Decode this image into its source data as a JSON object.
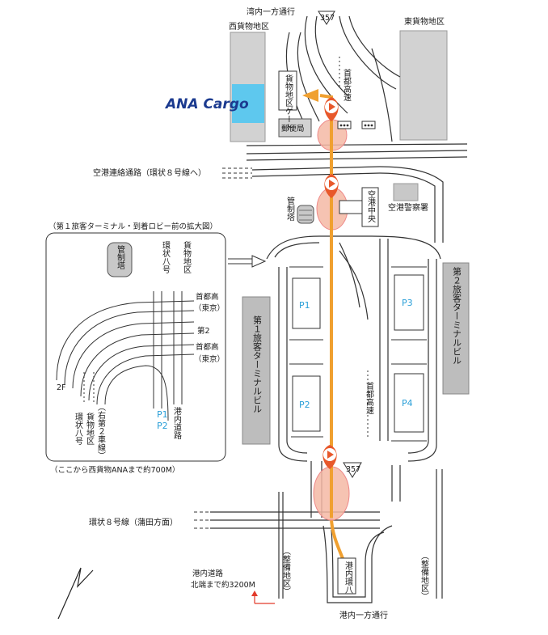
{
  "labels": {
    "wannai_oneway_top": "湾内一方通行",
    "west_cargo": "西貨物地区",
    "east_cargo": "東貨物地区",
    "cargo_gate": "貨物地区ゲート",
    "shuto_top": "首都高速",
    "post_office": "郵便局",
    "airport_link": "空港連絡通路（環状８号線へ）",
    "kanseito": "管制塔",
    "airport_center": "空港中央",
    "airport_police": "空港警察署",
    "inset_caption": "（第１旅客ターミナル・到着ロビー前の拡大図）",
    "inset_kanseito": "管制塔",
    "inset_kanjo": "環状八号",
    "inset_cargo": "貨物地区",
    "inset_shuto1": "首都高",
    "inset_tokyo1": "（東京）",
    "inset_dai2": "第2",
    "inset_shuto2": "首都高",
    "inset_tokyo2": "（東京）",
    "inset_2f": "2F",
    "inset_right2": "（右第２車線）",
    "inset_cargo2": "貨物地区",
    "inset_kanjo2": "環状八号",
    "inset_p1": "P1",
    "inset_p2": "P2",
    "inset_konai": "港内道路",
    "inset_note": "（ここから西貨物ANAまで約700M）",
    "t1": "第１旅客ターミナルビル",
    "t2": "第２旅客ターミナルビル",
    "p1": "P1",
    "p2": "P2",
    "p3": "P3",
    "p4": "P4",
    "shuto_mid": "首都高速",
    "route357_top": "357",
    "route357_mid": "357",
    "kanjo8": "環状８号線（蒲田方面）",
    "seibi_left": "（整備地区）",
    "seibi_right": "（整備地区）",
    "konai_road": "港内道路",
    "konai_distance": "北端まで約3200M",
    "konai_box": "港内環八",
    "wannai_oneway_bottom": "港内一方通行",
    "ana_cargo": "ANA Cargo"
  },
  "colors": {
    "route": "#f0a030",
    "marker": "#e8582b",
    "marker_halo": "#f5b8a5",
    "ana_blue": "#5ec8ee",
    "building": "#d2d2d2",
    "terminal": "#bdbdbd",
    "parking_label": "#2a9fd8",
    "arrow_red": "#e23a2a"
  },
  "icons": [
    "play-marker-icon",
    "north-arrow-icon",
    "route-shield-icon",
    "building-icon"
  ]
}
